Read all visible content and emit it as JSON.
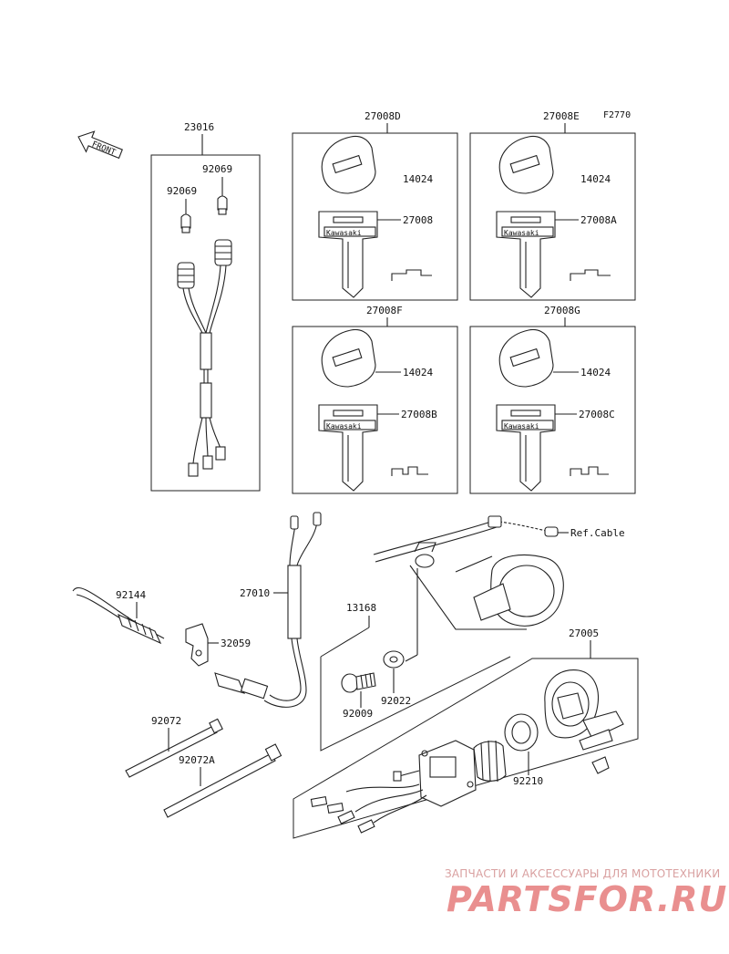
{
  "figure_code": "F2770",
  "front_arrow_text": "FRONT",
  "labels": {
    "harness_group": "23016",
    "bulb_a": "92069",
    "bulb_b": "92069",
    "key_set_d": "27008D",
    "key_set_e": "27008E",
    "key_set_f": "27008F",
    "key_set_g": "27008G",
    "key_cap_d": "14024",
    "key_cap_e": "14024",
    "key_cap_f": "14024",
    "key_cap_g": "14024",
    "key_blank_d": "27008",
    "key_blank_e": "27008A",
    "key_blank_f": "27008B",
    "key_blank_g": "27008C",
    "ref_cable": "Ref.Cable",
    "cable_rod": "92144",
    "switch_lead": "27010",
    "bracket": "32059",
    "holder": "13168",
    "screw": "92009",
    "washer": "92022",
    "clamp": "92072",
    "clamp_a": "92072A",
    "ignition_switch": "27005",
    "nut": "92210"
  },
  "key_brand_text": "Kawasaki",
  "watermark": {
    "line1": "ЗАПЧАСТИ И АКСЕССУАРЫ ДЛЯ МОТОТЕХНИКИ",
    "line2": "PARTSFOR.RU"
  }
}
